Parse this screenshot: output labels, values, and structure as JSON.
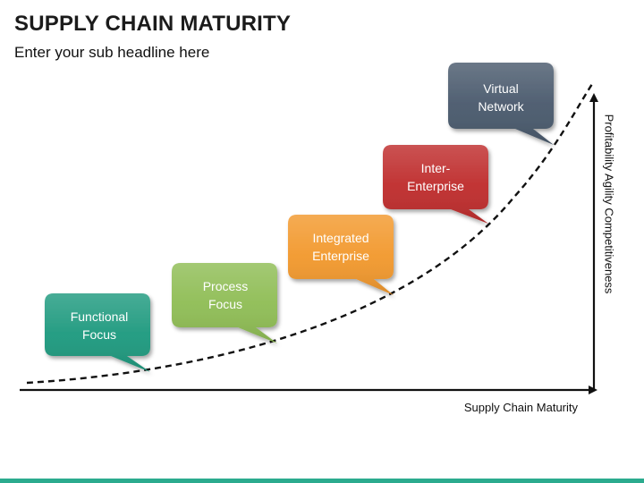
{
  "slide": {
    "title": "SUPPLY CHAIN MATURITY",
    "subtitle": "Enter your sub headline here"
  },
  "axes": {
    "x_label": "Supply Chain Maturity",
    "y_label": "Profitability Agility Competitiveness"
  },
  "stages": [
    {
      "line1": "Functional",
      "line2": "Focus",
      "color": "#1f9a7f"
    },
    {
      "line1": "Process",
      "line2": "Focus",
      "color": "#8fbd55"
    },
    {
      "line1": "Integrated",
      "line2": "Enterprise",
      "color": "#f2992e"
    },
    {
      "line1": "Inter-",
      "line2": "Enterprise",
      "color": "#bf2d2d"
    },
    {
      "line1": "Virtual",
      "line2": "Network",
      "color": "#4a5a6d"
    }
  ],
  "colors": {
    "footer_accent": "#2bab8e",
    "curve": "#111111"
  }
}
